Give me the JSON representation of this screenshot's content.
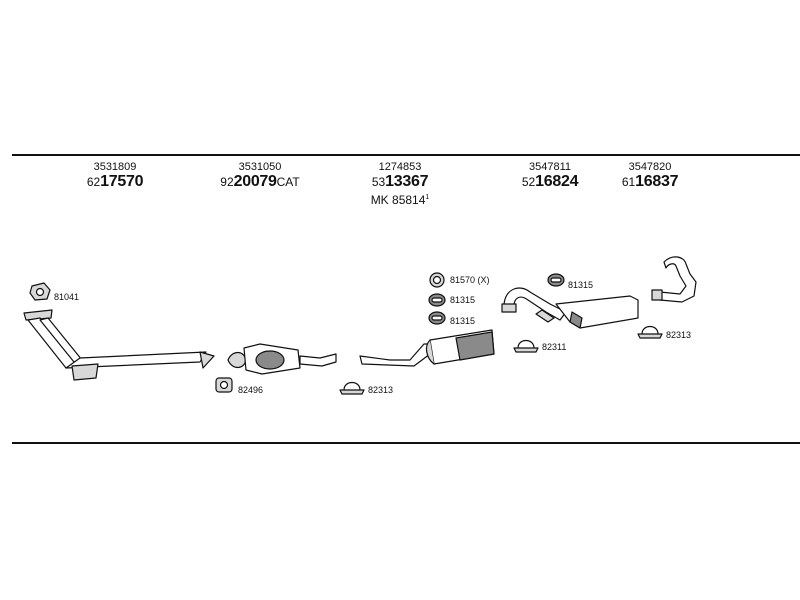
{
  "parts": [
    {
      "oe": "3531809",
      "prefix": "62",
      "main": "17570",
      "suffix": ""
    },
    {
      "oe": "3531050",
      "prefix": "92",
      "main": "20079",
      "suffix": "CAT"
    },
    {
      "oe": "1274853",
      "prefix": "53",
      "main": "13367",
      "suffix": "",
      "kit": "MK  85814",
      "kit_sup": "1"
    },
    {
      "oe": "3547811",
      "prefix": "52",
      "main": "16824",
      "suffix": ""
    },
    {
      "oe": "3547820",
      "prefix": "61",
      "main": "16837",
      "suffix": ""
    }
  ],
  "callouts": {
    "c81041": "81041",
    "c82496": "82496",
    "c82313a": "82313",
    "c81570": "81570 (X)",
    "c81315a": "81315",
    "c81315b": "81315",
    "c81315c": "81315",
    "c82311": "82311",
    "c82313b": "82313"
  },
  "colors": {
    "line": "#111111",
    "fill_light": "#d8d8d8",
    "fill_dark": "#8a8a8a"
  }
}
